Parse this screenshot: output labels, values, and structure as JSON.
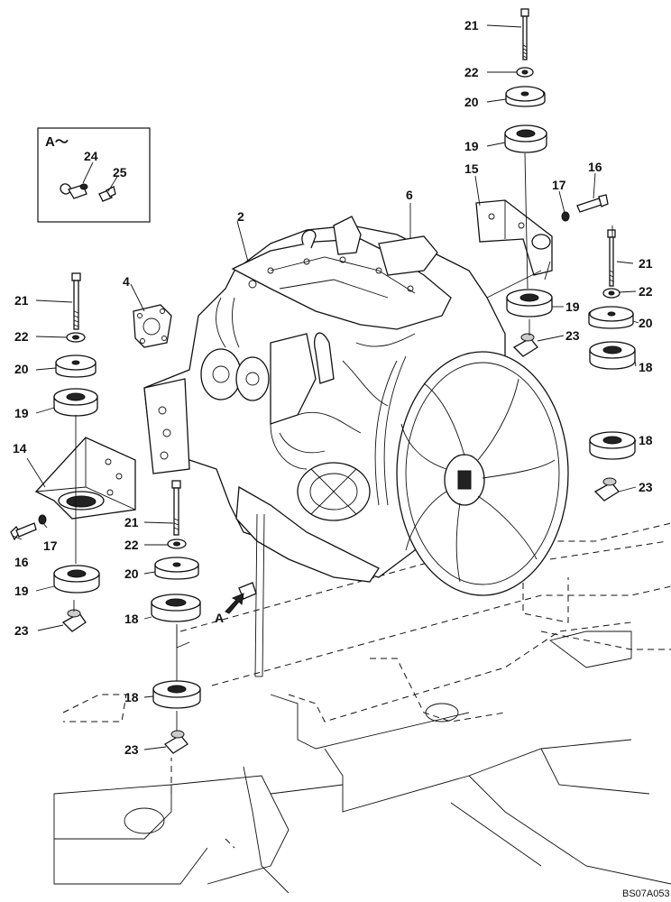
{
  "callouts": {
    "c2": "2",
    "c4": "4",
    "c6": "6",
    "c14": "14",
    "c15": "15",
    "c16_l": "16",
    "c16_r": "16",
    "c17_l": "17",
    "c17_r": "17",
    "c18_c": "18",
    "c18_b": "18",
    "c18_r1": "18",
    "c18_r2": "18",
    "c19_l": "19",
    "c19_l2": "19",
    "c19_t": "19",
    "c19_m": "19",
    "c20_l": "20",
    "c20_c": "20",
    "c20_t": "20",
    "c20_r": "20",
    "c21_l": "21",
    "c21_c": "21",
    "c21_t": "21",
    "c21_r": "21",
    "c22_l": "22",
    "c22_c": "22",
    "c22_t": "22",
    "c22_r": "22",
    "c23_l": "23",
    "c23_b": "23",
    "c23_m": "23",
    "c23_r": "23",
    "c24": "24",
    "c25": "25"
  },
  "detail": {
    "title": "A～"
  },
  "view_arrow": {
    "label": "A"
  },
  "drawing_ref": "BS07A053"
}
